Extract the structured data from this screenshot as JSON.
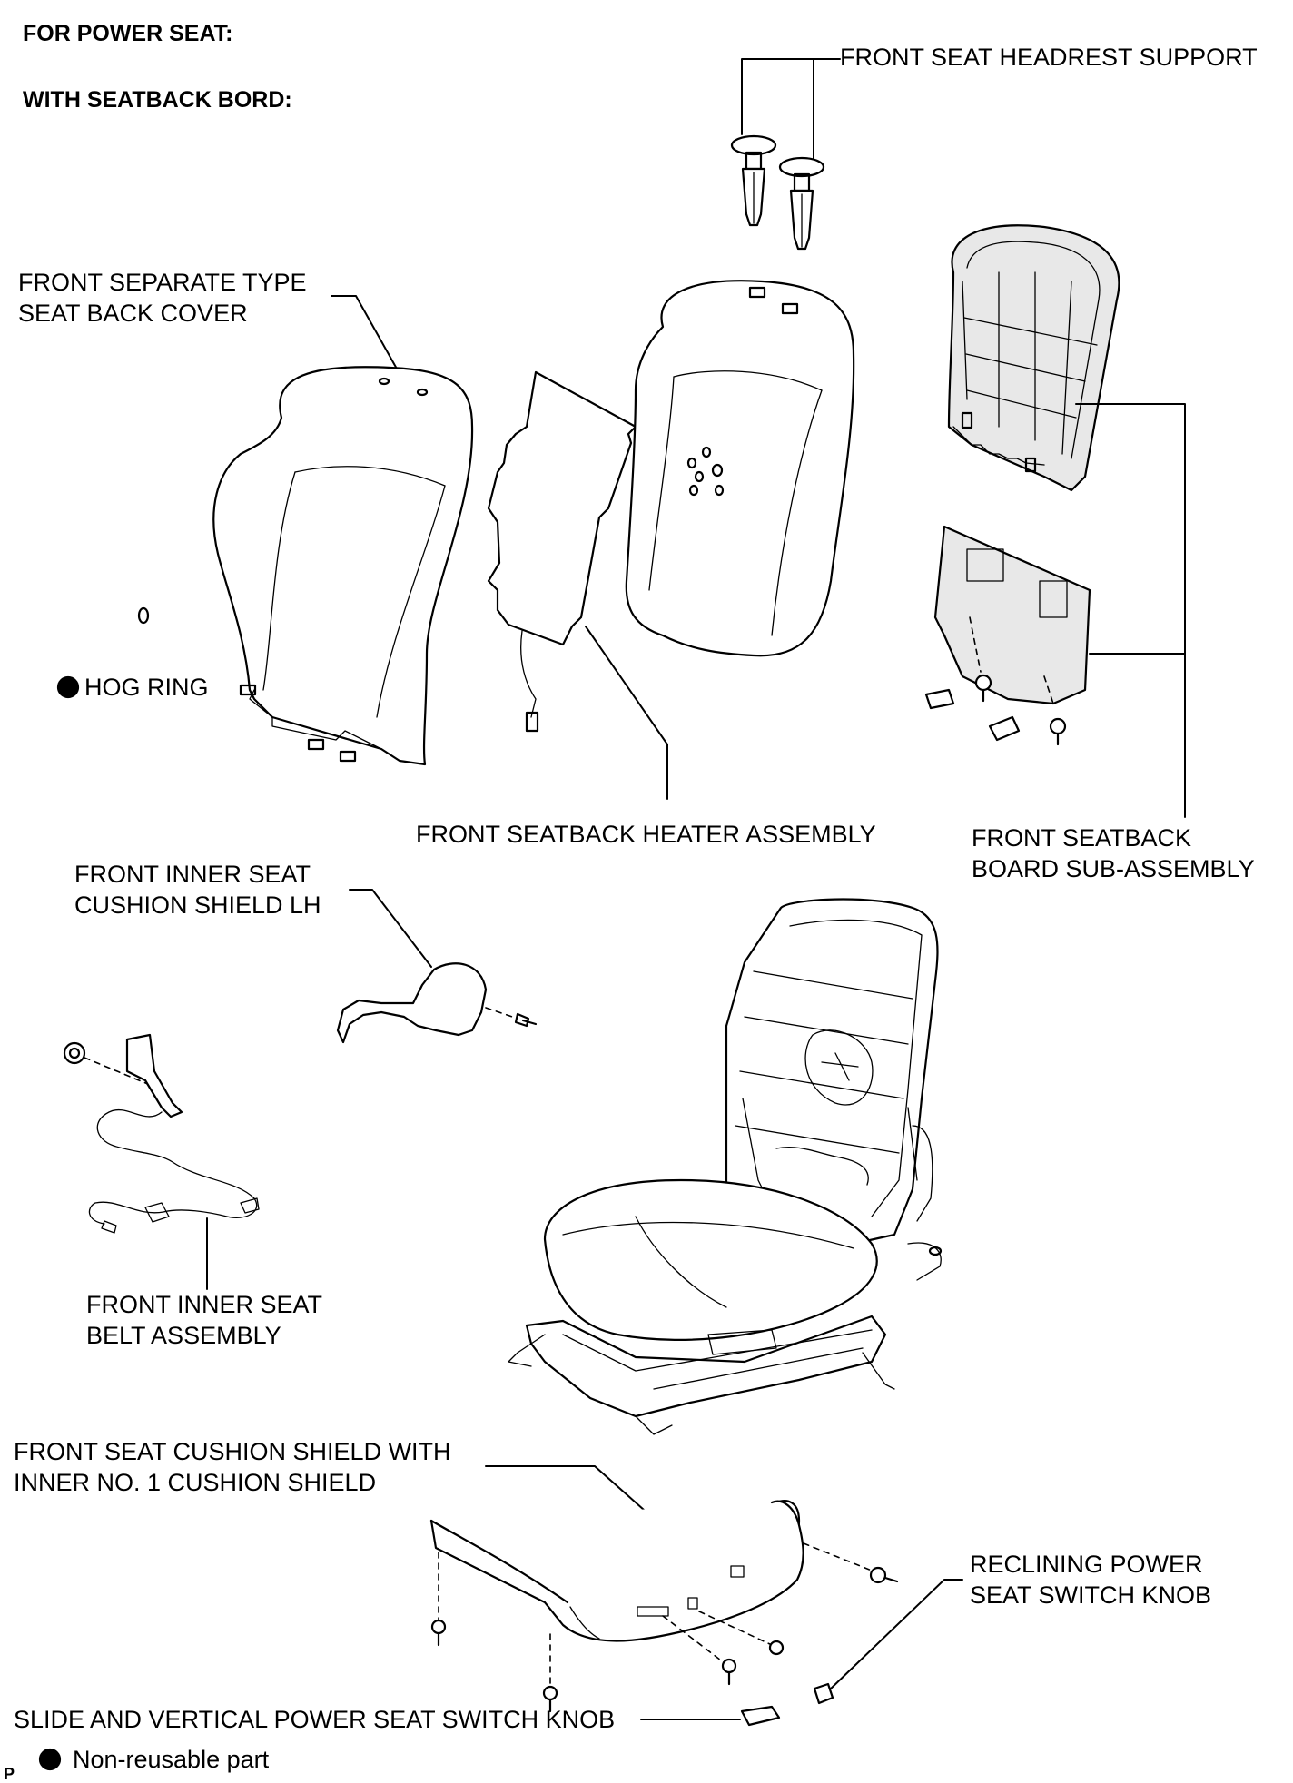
{
  "header": {
    "line1": "FOR POWER SEAT:",
    "line2": "WITH SEATBACK BORD:"
  },
  "labels": {
    "headrest_support": "FRONT SEAT HEADREST SUPPORT",
    "back_cover_1": "FRONT SEPARATE TYPE",
    "back_cover_2": "SEAT BACK COVER",
    "hog_ring": "HOG RING",
    "heater": "FRONT SEATBACK HEATER ASSEMBLY",
    "board_1": "FRONT SEATBACK",
    "board_2": "BOARD SUB-ASSEMBLY",
    "inner_shield_1": "FRONT INNER SEAT",
    "inner_shield_2": "CUSHION SHIELD LH",
    "belt_1": "FRONT INNER SEAT",
    "belt_2": "BELT ASSEMBLY",
    "cushion_shield_1": "FRONT SEAT CUSHION SHIELD WITH",
    "cushion_shield_2": "INNER NO. 1 CUSHION SHIELD",
    "reclining_1": "RECLINING POWER",
    "reclining_2": "SEAT SWITCH KNOB",
    "slide_knob": "SLIDE AND VERTICAL POWER SEAT SWITCH KNOB"
  },
  "legend": {
    "non_reusable": "Non-reusable part"
  },
  "corner_mark": "P"
}
